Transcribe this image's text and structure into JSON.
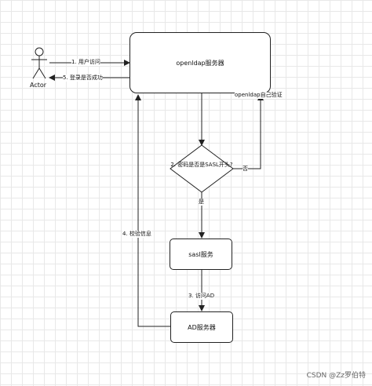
{
  "nodes": {
    "actor": "Actor",
    "openldap": "openldap服务器",
    "decision": "2. 密码是否是SASL开头?",
    "sasl": "sasl服务",
    "ad": "AD服务器"
  },
  "edges": {
    "user_access": "1. 用户访问",
    "login_result": "5. 登录是否成功",
    "self_verify": "openldap自己验证",
    "no": "否",
    "yes": "是",
    "access_ad": "3. 访问AD",
    "verify_info": "4. 校验信息"
  },
  "watermark": "CSDN @Zz罗伯特"
}
